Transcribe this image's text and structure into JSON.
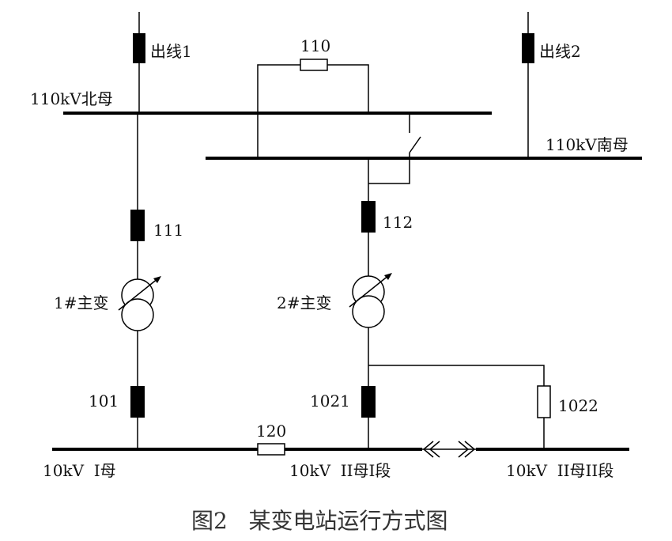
{
  "diagram": {
    "labels": {
      "outgoing_line_1": "出线1",
      "outgoing_line_2": "出线2",
      "bus_110kv_north": "110kV北母",
      "bus_110kv_south": "110kV南母",
      "bus_tie_110": "110",
      "breaker_111": "111",
      "breaker_112": "112",
      "transformer_1": "1#主变",
      "transformer_2": "2#主变",
      "breaker_101": "101",
      "breaker_1021": "1021",
      "breaker_1022": "1022",
      "bus_tie_120": "120",
      "bus_10kv_i": "10kV  I母",
      "bus_10kv_ii_1": "10kV  II母I段",
      "bus_10kv_ii_2": "10kV  II母II段"
    },
    "caption": "图2   某变电站运行方式图"
  }
}
